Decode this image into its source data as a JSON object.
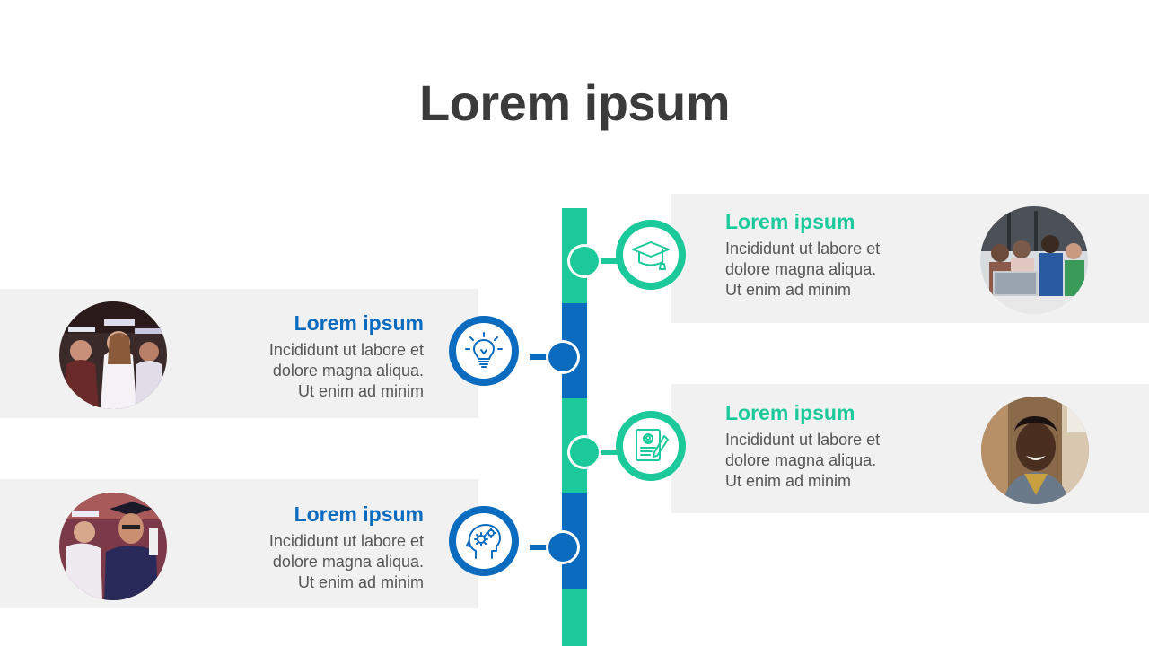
{
  "title": "Lorem ipsum",
  "colors": {
    "green": "#1cc99b",
    "blue": "#0a6bbf",
    "band": "#f1f1f1",
    "text": "#555555",
    "title": "#3b3b3b"
  },
  "cards": [
    {
      "side": "right",
      "color": "green",
      "icon": "graduation-cap-icon",
      "photo": "students-laptop-photo",
      "heading": "Lorem ipsum",
      "body": "Incididunt ut labore et\ndolore magna aliqua.\nUt enim ad minim"
    },
    {
      "side": "left",
      "color": "blue",
      "icon": "lightbulb-icon",
      "photo": "graduates-photo",
      "heading": "Lorem ipsum",
      "body": "Incididunt ut labore et\ndolore magna aliqua.\nUt enim ad minim"
    },
    {
      "side": "right",
      "color": "green",
      "icon": "certificate-document-icon",
      "photo": "smiling-man-photo",
      "heading": "Lorem ipsum",
      "body": "Incididunt ut labore et\ndolore magna aliqua.\nUt enim ad minim"
    },
    {
      "side": "left",
      "color": "blue",
      "icon": "head-gears-icon",
      "photo": "graduate-selfie-photo",
      "heading": "Lorem ipsum",
      "body": "Incididunt ut labore et\ndolore magna aliqua.\nUt enim ad minim"
    }
  ]
}
